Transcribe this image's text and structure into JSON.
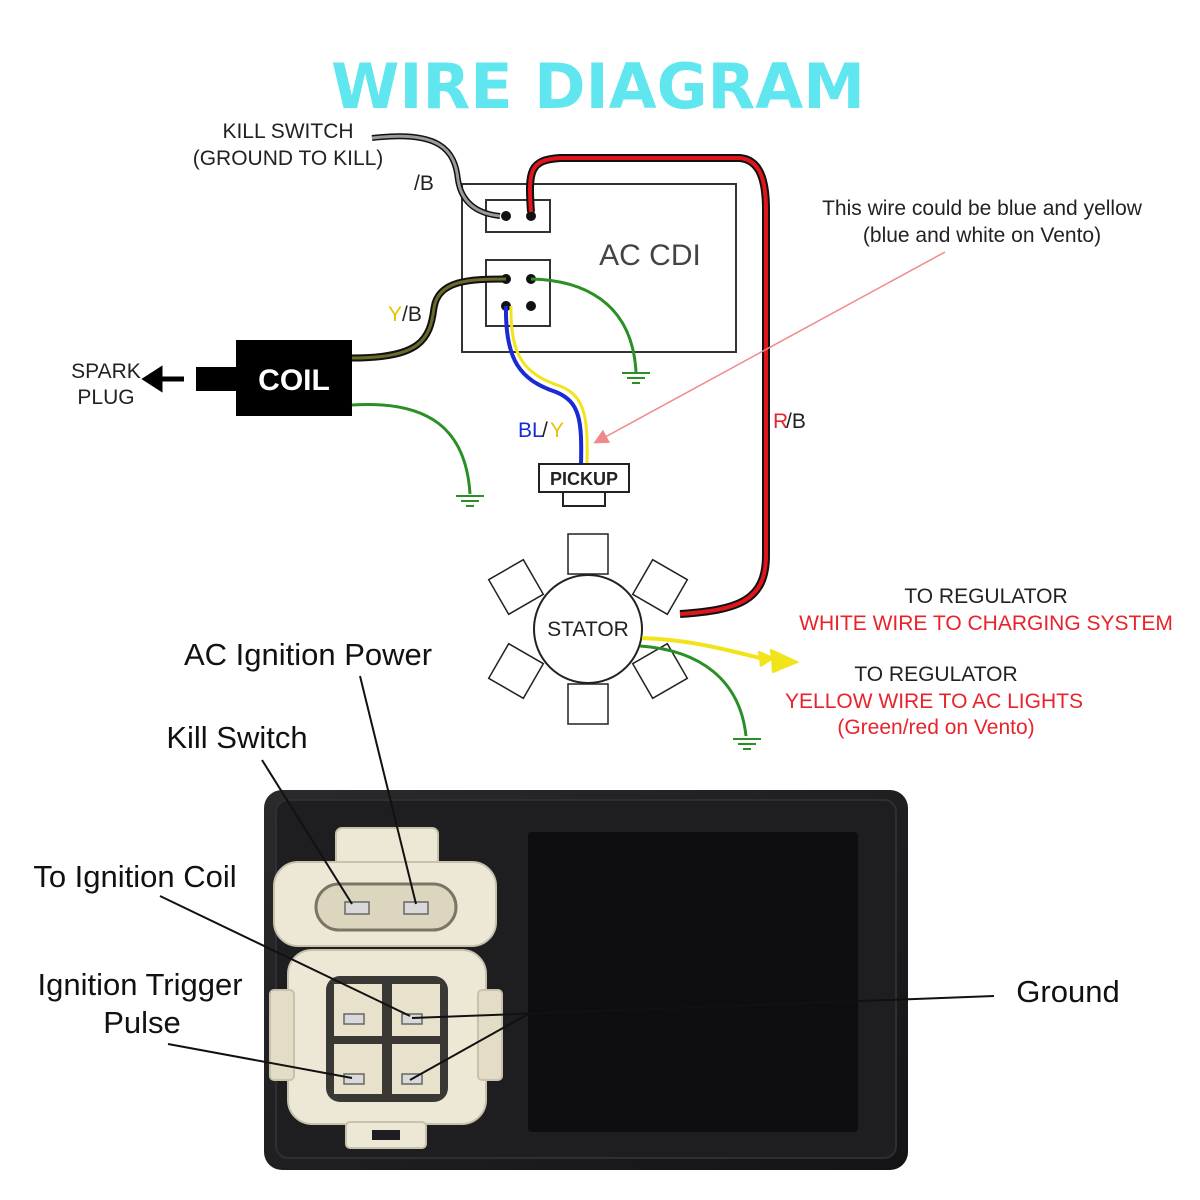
{
  "title": "WIRE DIAGRAM",
  "colors": {
    "title": "#5fe6ef",
    "red_wire": "#e0141b",
    "ground_wire": "#2a8f24",
    "yellow_wire": "#f2e41a",
    "blue_wire": "#1a2bd6",
    "kill_wire": "#8a8a8a",
    "coil_wire": "#3a3a1a",
    "annotation_red": "#e8232b",
    "label_yellow": "#e8c400",
    "label_blue": "#1a2bd6",
    "box_body": "#1b1b1d",
    "connector": "#ede8d6"
  },
  "labels": {
    "kill_switch_line1": "KILL SWITCH",
    "kill_switch_line2": "(GROUND TO KILL)",
    "kill_wire_code": "/B",
    "cdi_label": "AC CDI",
    "coil_wire_code_y": "Y",
    "coil_wire_code_b": "/B",
    "spark_plug_line1": "SPARK",
    "spark_plug_line2": "PLUG",
    "coil": "COIL",
    "pickup_code_bl": "BL",
    "pickup_code_slash": "/",
    "pickup_code_y": "Y",
    "pickup": "PICKUP",
    "stator_wire_code_r": "R",
    "stator_wire_code_b": "/B",
    "note_line1": "This wire could be blue and yellow",
    "note_line2": "(blue and white on Vento)",
    "stator": "STATOR",
    "reg1_line1": "TO REGULATOR",
    "reg1_line2": "WHITE WIRE TO CHARGING SYSTEM",
    "reg2_line1": "TO REGULATOR",
    "reg2_line2": "YELLOW WIRE TO AC LIGHTS",
    "reg2_line3": "(Green/red on Vento)"
  },
  "photo_callouts": {
    "ac_ignition_power": "AC Ignition Power",
    "kill_switch": "Kill Switch",
    "to_ignition_coil": "To Ignition Coil",
    "trigger_line1": "Ignition Trigger",
    "trigger_line2": "Pulse",
    "ground": "Ground"
  }
}
